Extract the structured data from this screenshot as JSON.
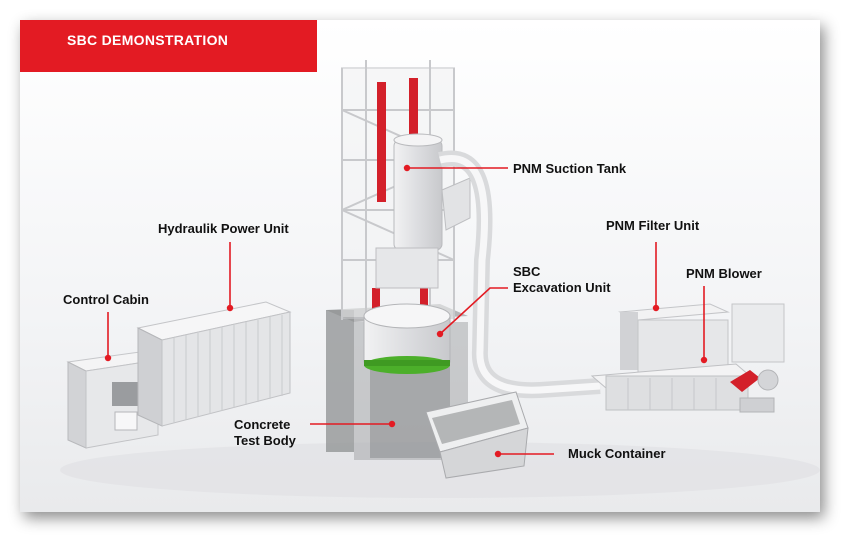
{
  "header": {
    "title": "SBC DEMONSTRATION"
  },
  "labels": {
    "pnm_suction_tank": "PNM Suction Tank",
    "hydraulik_power_unit": "Hydraulik Power Unit",
    "pnm_filter_unit": "PNM Filter Unit",
    "pnm_blower": "PNM Blower",
    "control_cabin": "Control Cabin",
    "sbc_excavation_unit_line1": "SBC",
    "sbc_excavation_unit_line2": "Excavation Unit",
    "concrete_test_body_line1": "Concrete",
    "concrete_test_body_line2": "Test Body",
    "muck_container": "Muck Container"
  },
  "colors": {
    "accent": "#e31b23",
    "equipment_grey": "#d9dadc",
    "cutter_green": "#4caf2a"
  }
}
